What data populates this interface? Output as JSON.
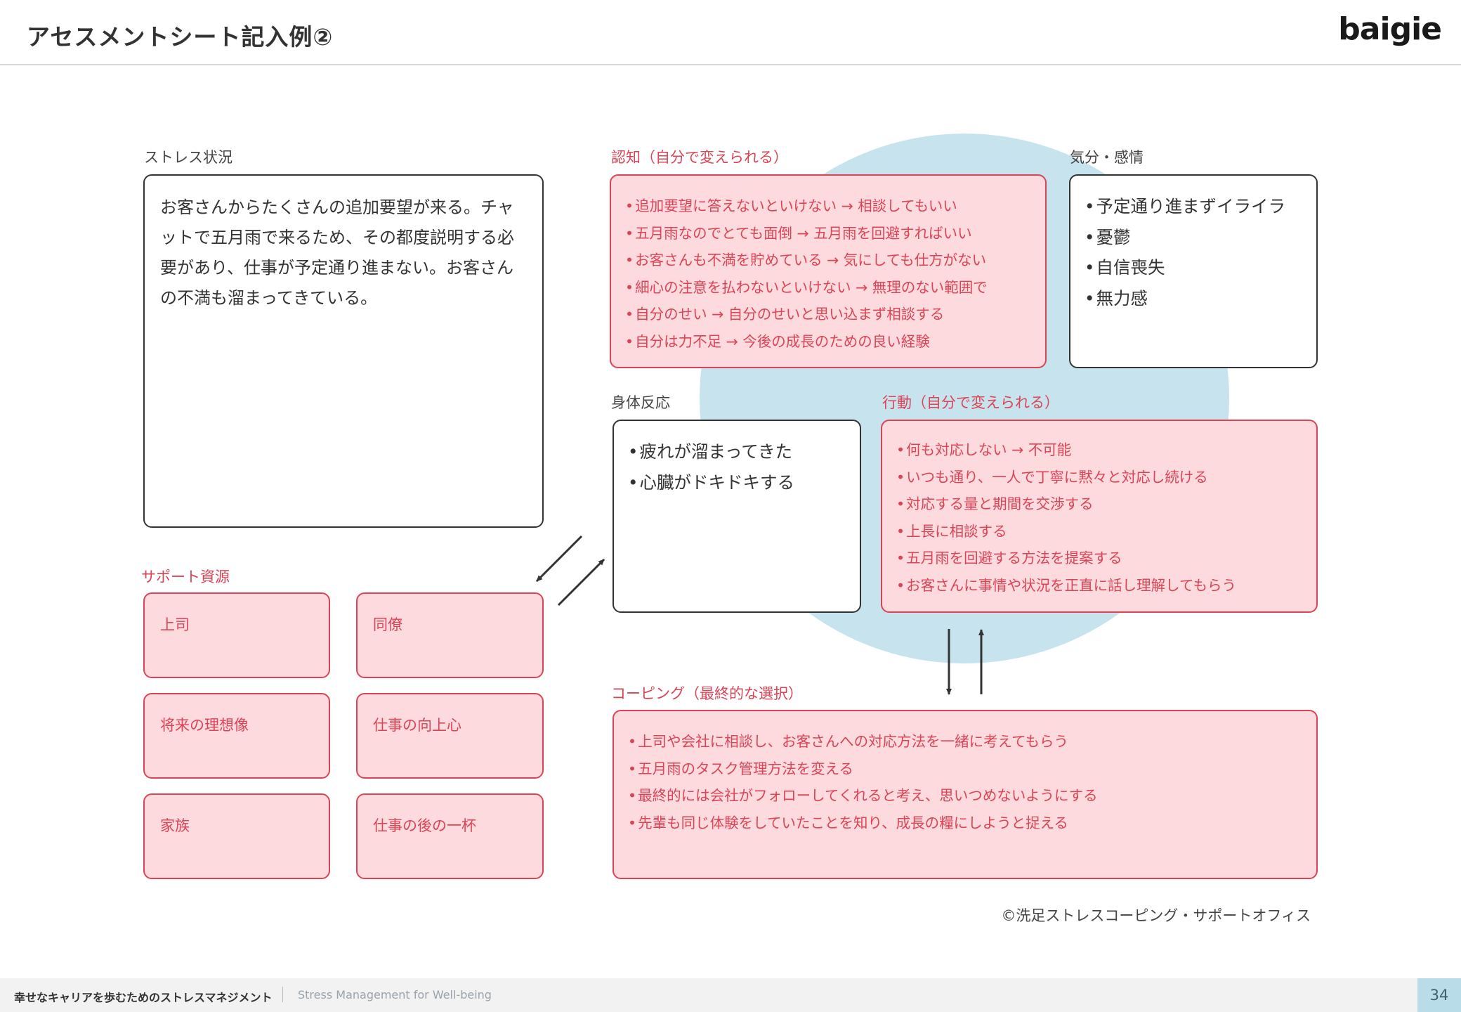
{
  "header": {
    "title": "アセスメントシート記入例②",
    "logo": "baigie"
  },
  "stress": {
    "label": "ストレス状況",
    "text": "お客さんからたくさんの追加要望が来る。チャットで五月雨で来るため、その都度説明する必要があり、仕事が予定通り進まない。お客さんの不満も溜まってきている。"
  },
  "cognition": {
    "label": "認知（自分で変えられる）",
    "items": [
      "追加要望に答えないといけない → 相談してもいい",
      "五月雨なのでとても面倒 → 五月雨を回避すればいい",
      "お客さんも不満を貯めている → 気にしても仕方がない",
      "細心の注意を払わないといけない → 無理のない範囲で",
      "自分のせい → 自分のせいと思い込まず相談する",
      "自分は力不足 → 今後の成長のための良い経験"
    ]
  },
  "mood": {
    "label": "気分・感情",
    "items": [
      "予定通り進まずイライラ",
      "憂鬱",
      "自信喪失",
      "無力感"
    ]
  },
  "body": {
    "label": "身体反応",
    "items": [
      "疲れが溜まってきた",
      "心臓がドキドキする"
    ]
  },
  "behavior": {
    "label": "行動（自分で変えられる）",
    "items": [
      "何も対応しない → 不可能",
      "いつも通り、一人で丁寧に黙々と対応し続ける",
      "対応する量と期間を交渉する",
      "上長に相談する",
      "五月雨を回避する方法を提案する",
      "お客さんに事情や状況を正直に話し理解してもらう"
    ]
  },
  "support": {
    "label": "サポート資源",
    "items": [
      "上司",
      "同僚",
      "将来の理想像",
      "仕事の向上心",
      "家族",
      "仕事の後の一杯"
    ]
  },
  "coping": {
    "label": "コーピング（最終的な選択）",
    "items": [
      "上司や会社に相談し、お客さんへの対応方法を一緒に考えてもらう",
      "五月雨のタスク管理方法を変える",
      "最終的には会社がフォローしてくれると考え、思いつめないようにする",
      "先輩も同じ体験をしていたことを知り、成長の糧にしようと捉える"
    ]
  },
  "bullet": "•",
  "copyright": "©洗足ストレスコーピング・サポートオフィス",
  "footer": {
    "title": "幸せなキャリアを歩むためのストレスマネジメント",
    "subtitle": "Stress Management for Well-being",
    "page": "34"
  },
  "colors": {
    "accent": "#d94556",
    "pink_fill": "#fddadd",
    "circle": "#c7e3ed"
  }
}
